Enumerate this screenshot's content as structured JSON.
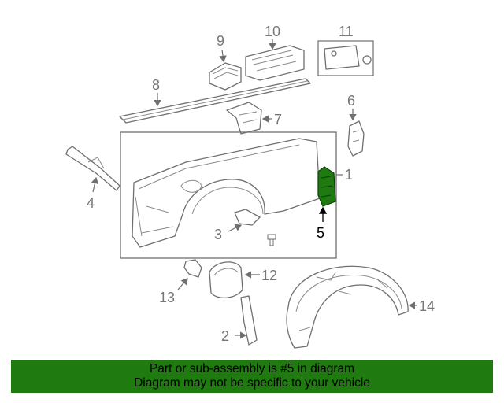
{
  "callouts": {
    "p1": "1",
    "p2": "2",
    "p3": "3",
    "p4": "4",
    "p5": "5",
    "p6": "6",
    "p7": "7",
    "p8": "8",
    "p9": "9",
    "p10": "10",
    "p11": "11",
    "p12": "12",
    "p13": "13",
    "p14": "14"
  },
  "banner": {
    "line1": "Part or sub-assembly is #5 in diagram",
    "line2": "Diagram may not be specific to your vehicle"
  },
  "colors": {
    "highlight": "#1f7a0f",
    "line": "#6f6f6f",
    "label": "#777777"
  }
}
